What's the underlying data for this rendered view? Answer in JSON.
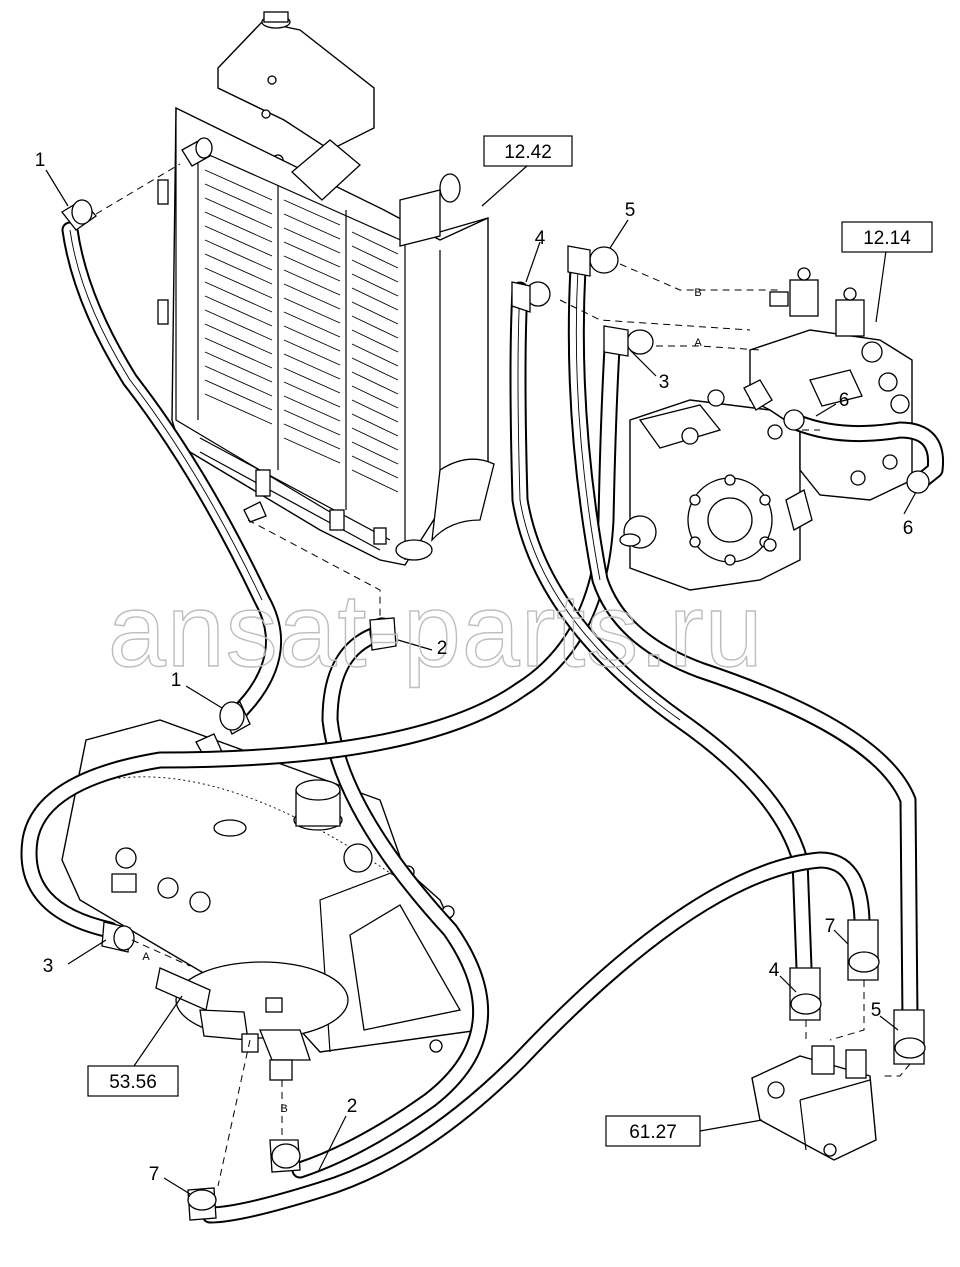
{
  "watermark": "ansat-parts.ru",
  "reference_boxes": {
    "radiator_ref": "12.42",
    "pump_ref": "12.14",
    "tank_ref": "53.56",
    "motor_ref": "61.27"
  },
  "callouts": {
    "c1_top": "1",
    "c1_mid": "1",
    "c2_mid": "2",
    "c2_bottom": "2",
    "c3_right": "3",
    "c3_left": "3",
    "c4_top": "4",
    "c4_bottom": "4",
    "c5_top": "5",
    "c5_bottom": "5",
    "c6_a": "6",
    "c6_b": "6",
    "c7_right": "7",
    "c7_left": "7"
  },
  "port_letters": {
    "pump_b": "B",
    "pump_a": "A",
    "tank_a": "A",
    "tank_b": "B"
  }
}
